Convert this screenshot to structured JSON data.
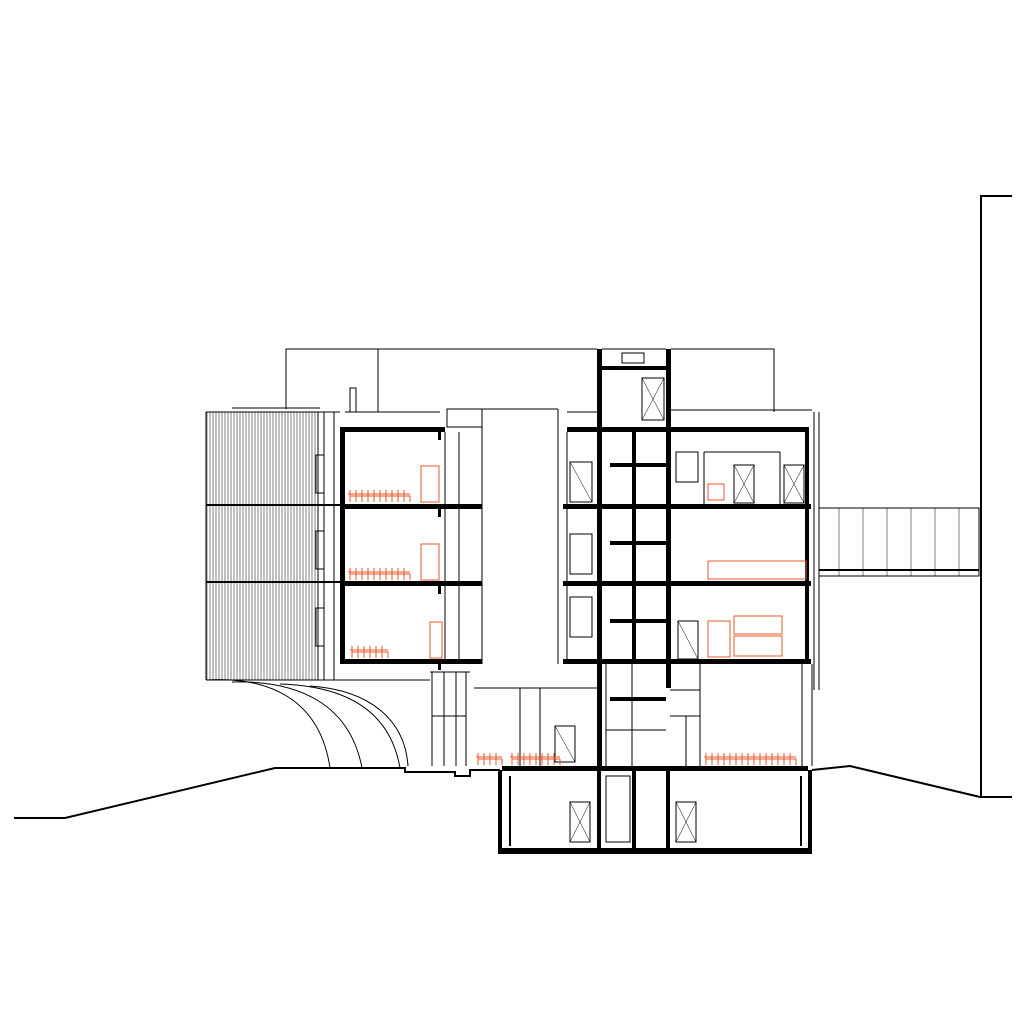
{
  "drawing": {
    "type": "building cross-section",
    "colors": {
      "linework": "#000000",
      "furniture": "#e8572a",
      "background": "#ffffff"
    },
    "elements": [
      "terrain-profile",
      "basement",
      "floor-slabs",
      "vertical-core",
      "louvred-facade",
      "canopy-arches",
      "bridge-connection",
      "adjacent-building",
      "furniture"
    ]
  }
}
